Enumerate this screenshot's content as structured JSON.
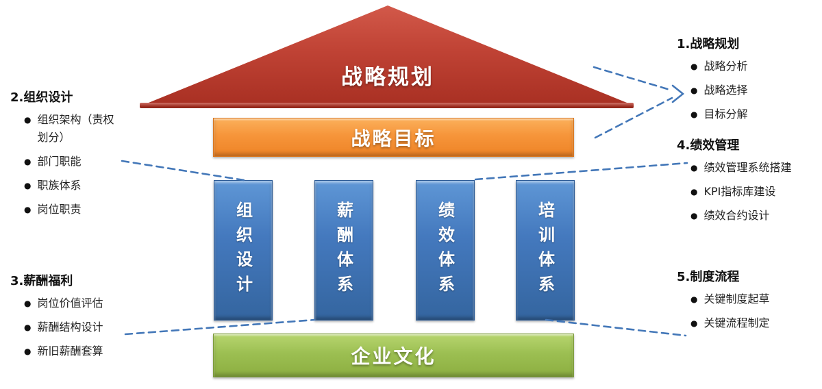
{
  "house": {
    "roof_label": "战略规划",
    "goal_label": "战略目标",
    "pillars": [
      "组织设计",
      "薪酬体系",
      "绩效体系",
      "培训体系"
    ],
    "base_label": "企业文化"
  },
  "annotations": {
    "strategic_planning": {
      "title": "1.战略规划",
      "items": [
        "战略分析",
        "战略选择",
        "目标分解"
      ]
    },
    "organization_design": {
      "title": "2.组织设计",
      "items": [
        "组织架构（责权划分）",
        "部门职能",
        "职族体系",
        "岗位职责"
      ]
    },
    "compensation_benefits": {
      "title": "3.薪酬福利",
      "items": [
        "岗位价值评估",
        "薪酬结构设计",
        "新旧薪酬套算"
      ]
    },
    "performance_management": {
      "title": "4.绩效管理",
      "items": [
        "绩效管理系统搭建",
        "KPI指标库建设",
        "绩效合约设计"
      ]
    },
    "process_system": {
      "title": "5.制度流程",
      "items": [
        "关键制度起草",
        "关键流程制定"
      ]
    }
  },
  "connectors": [
    {
      "from": "roof",
      "to": "annotation-strategic-planning"
    },
    {
      "from": "goal-bar",
      "to": "annotation-strategic-planning"
    },
    {
      "from": "annotation-organization-design",
      "to": "pillar-organization-design"
    },
    {
      "from": "annotation-compensation-benefits",
      "to": "pillar-compensation-system"
    },
    {
      "from": "pillar-performance-system",
      "to": "annotation-performance-management"
    },
    {
      "from": "pillar-training-system",
      "to": "annotation-process-system"
    }
  ],
  "colors": {
    "roof_red": "#BC392B",
    "goal_orange": "#F6953A",
    "pillar_blue": "#4479BE",
    "base_green": "#9CBF52",
    "connector_blue": "#4377B8",
    "label_text": "#FFFFFF",
    "annotation_text": "#1A1A1A"
  }
}
